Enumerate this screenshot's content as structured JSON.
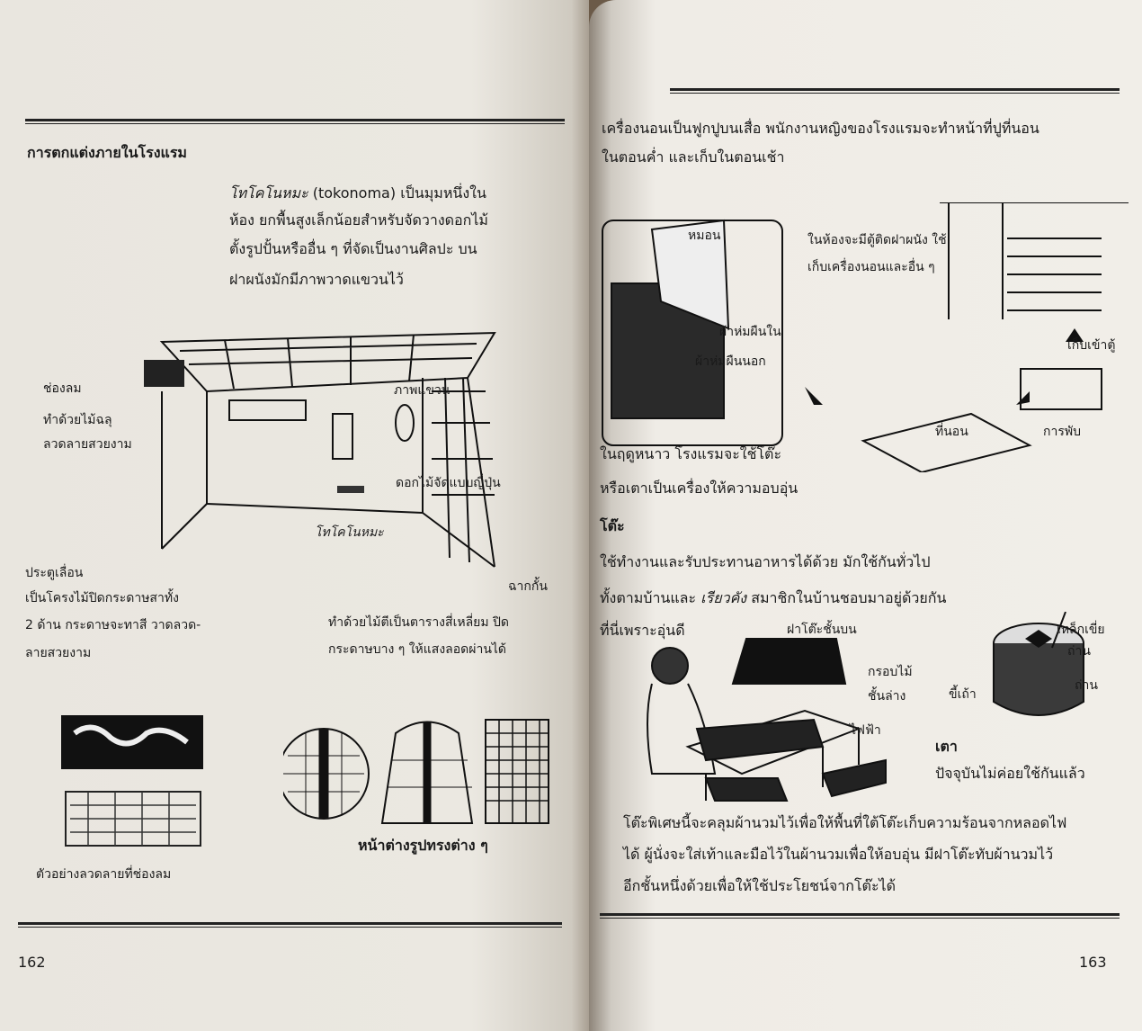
{
  "left_page": {
    "heading": "การตกแต่งภายในโรงแรม",
    "intro": {
      "term": "โทโคโนหมะ",
      "line1_rest": "(tokonoma) เป็นมุมหนึ่งใน",
      "line2": "ห้อง ยกพื้นสูงเล็กน้อยสำหรับจัดวางดอกไม้",
      "line3": "ตั้งรูปปั้นหรืออื่น ๆ ที่จัดเป็นงานศิลปะ บน",
      "line4": "ฝาผนังมักมีภาพวาดแขวนไว้"
    },
    "labels": {
      "vent": [
        "ช่องลม",
        "ทำด้วยไม้ฉลุ",
        "ลวดลายสวยงาม"
      ],
      "hanging_picture": "ภาพแขวน",
      "flower": "ดอกไม้จัดแบบญี่ปุ่น",
      "tokonoma": "โทโคโนหมะ",
      "screen": "ฉากกั้น",
      "sliding_door": [
        "ประตูเลื่อน",
        "เป็นโครงไม้ปิดกระดาษสาทั้ง",
        "2 ด้าน กระดาษจะทาสี วาดลวด-",
        "ลายสวยงาม"
      ],
      "lattice": [
        "ทำด้วยไม้ตีเป็นตารางสี่เหลี่ยม ปิด",
        "กระดาษบาง ๆ ให้แสงลอดผ่านได้"
      ],
      "vent_examples": "ตัวอย่างลวดลายที่ช่องลม",
      "windows": "หน้าต่างรูปทรงต่าง ๆ"
    },
    "page_number": "162"
  },
  "right_page": {
    "intro": [
      "เครื่องนอนเป็นฟูกปูบนเสื่อ พนักงานหญิงของโรงแรมจะทำหน้าที่ปูที่นอน",
      "ในตอนค่ำ และเก็บในตอนเช้า"
    ],
    "bedding_labels": {
      "pillow": "หมอน",
      "inner_blanket": "ผ้าห่มผืนใน",
      "outer_blanket": "ผ้าห่มผืนนอก",
      "closet": [
        "ในห้องจะมีตู้ติดฝาผนัง ใช้",
        "เก็บเครื่องนอนและอื่น ๆ"
      ],
      "store": "เก็บเข้าตู้",
      "mattress": "ที่นอน",
      "folding": "การพับ"
    },
    "winter": [
      "ในฤดูหนาว โรงแรมจะใช้โต๊ะ",
      "หรือเตาเป็นเครื่องให้ความอบอุ่น"
    ],
    "table_heading": "โต๊ะ",
    "table_text": [
      "ใช้ทำงานและรับประทานอาหารได้ด้วย มักใช้กันทั่วไป",
      "ทั้งตามบ้านและ",
      "เรียวคัง",
      "สมาชิกในบ้านชอบมาอยู่ด้วยกัน",
      "ที่นี่เพราะอุ่นดี"
    ],
    "table_labels": {
      "top": "ฝาโต๊ะชั้นบน",
      "frame": [
        "กรอบไม้",
        "ชั้นล่าง"
      ],
      "electric": "ไฟฟ้า"
    },
    "stove_labels": {
      "poker": "เหล็กเขี่ย",
      "charcoal1": "ถ่าน",
      "charcoal2": "ถ่าน",
      "ash": "ขี้เถ้า"
    },
    "stove_heading": "เตา",
    "stove_text": "ปัจจุบันไม่ค่อยใช้กันแล้ว",
    "closing": [
      "โต๊ะพิเศษนี้จะคลุมผ้านวมไว้เพื่อให้พื้นที่ใต้โต๊ะเก็บความร้อนจากหลอดไฟ",
      "ได้ ผู้นั่งจะใส่เท้าและมือไว้ในผ้านวมเพื่อให้อบอุ่น มีฝาโต๊ะทับผ้านวมไว้",
      "อีกชั้นหนึ่งด้วยเพื่อให้ใช้ประโยชน์จากโต๊ะได้"
    ],
    "page_number": "163"
  }
}
